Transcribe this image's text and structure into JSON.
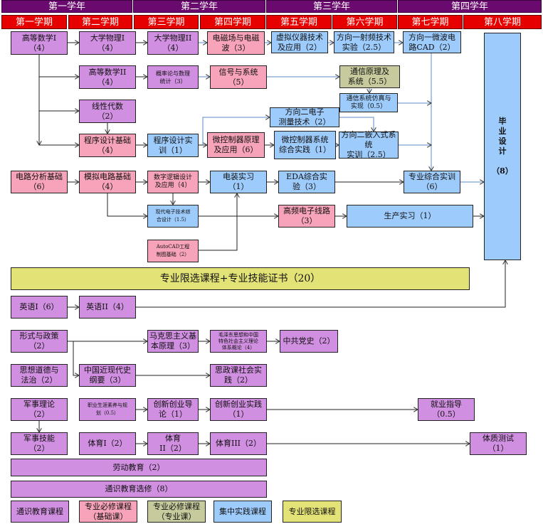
{
  "years": [
    "第一学年",
    "第二学年",
    "第三学年",
    "第四学年"
  ],
  "semesters": [
    "第一学期",
    "第二学期",
    "第三学期",
    "第四学期",
    "第五学期",
    "第六学期",
    "第七学期",
    "第八学期"
  ],
  "courses": {
    "math1": "高等数学I\n（4）",
    "phys1": "大学物理I\n（4）",
    "phys2": "大学物理II\n（4）",
    "em": "电磁场与电磁\n波（3）",
    "vi": "虚拟仪器技术\n及应用（2）",
    "rf": "方向一射频技术\n实验（2.5）",
    "mw": "方向一微波电\n路CAD（2）",
    "grad": "毕\n业\n设\n计\n\n（8）",
    "math2": "高等数学II\n（4）",
    "prob": "概率论与数理\n统计（3）",
    "sig": "信号与系统\n（5）",
    "comm": "通信原理及\n系统（5.5）",
    "commsim": "通信系统仿真与\n实现（0.5）",
    "meas": "方向二电子\n测量技术（2）",
    "linalg": "线性代数\n（2）",
    "prog": "程序设计基础\n（4）",
    "progp": "程序设计实\n训（1）",
    "mcu": "微控制器原理\n及应用（6）",
    "mcup": "微控制器系统\n综合实践（1）",
    "emb": "方向二嵌入式系统\n实训（2.5）",
    "circ": "电路分析基础\n（6）",
    "analog": "模拟电路基础\n（4）",
    "digital": "数字逻辑设计\n及应用（4）",
    "assy": "电装实习\n（1）",
    "eda": "EDA综合实\n验（3）",
    "comp": "专业综合实训\n（6）",
    "modern": "现代电子技术综\n合设计（1.5）",
    "hf": "高频电子线路\n（3）",
    "prod": "生产实习（1）",
    "cad": "AutoCAD工程\n制图基础（2）",
    "elective": "专业限选课程+专业技能证书（20）",
    "eng1": "英语I（6）",
    "eng2": "英语II（4）",
    "policy": "形式与政策\n（2）",
    "marx": "马克思主义基\n本原理（3）",
    "mao": "毛泽东思想和中国\n特色社会主义理论\n体系概论（4）",
    "party": "中共党史（2）",
    "ethics": "思想道德与\n法治（2）",
    "history": "中国近现代史\n纲要（3）",
    "ideo": "思政课社会实\n践（2）",
    "milt": "军事理论\n（2）",
    "career": "职业生涯素养与规\n划（0.5）",
    "innov": "创新创业导\n论（1）",
    "innovp": "创新创业实践\n（1）",
    "job": "就业指导\n（0.5）",
    "mils": "军事技能\n（2）",
    "pe1": "体育I（2）",
    "pe2": "体育\nII（2）",
    "pe3": "体育III（2）",
    "fit": "体质测试\n（1）",
    "labor": "劳动教育（2）",
    "gened": "通识教育选修（8）"
  },
  "legend": [
    "通识教育课程",
    "专业必修课程\n（基础课）",
    "专业必修课程\n（专业课）",
    "集中实践课程",
    "专业限选课程"
  ],
  "colors": {
    "general": "#d08fe0",
    "basic": "#f7a3b9",
    "major": "#c7ca9c",
    "practice": "#9dcbfb",
    "limited": "#e3e277",
    "year": "#6b0a6e",
    "semester": "#e60000"
  }
}
